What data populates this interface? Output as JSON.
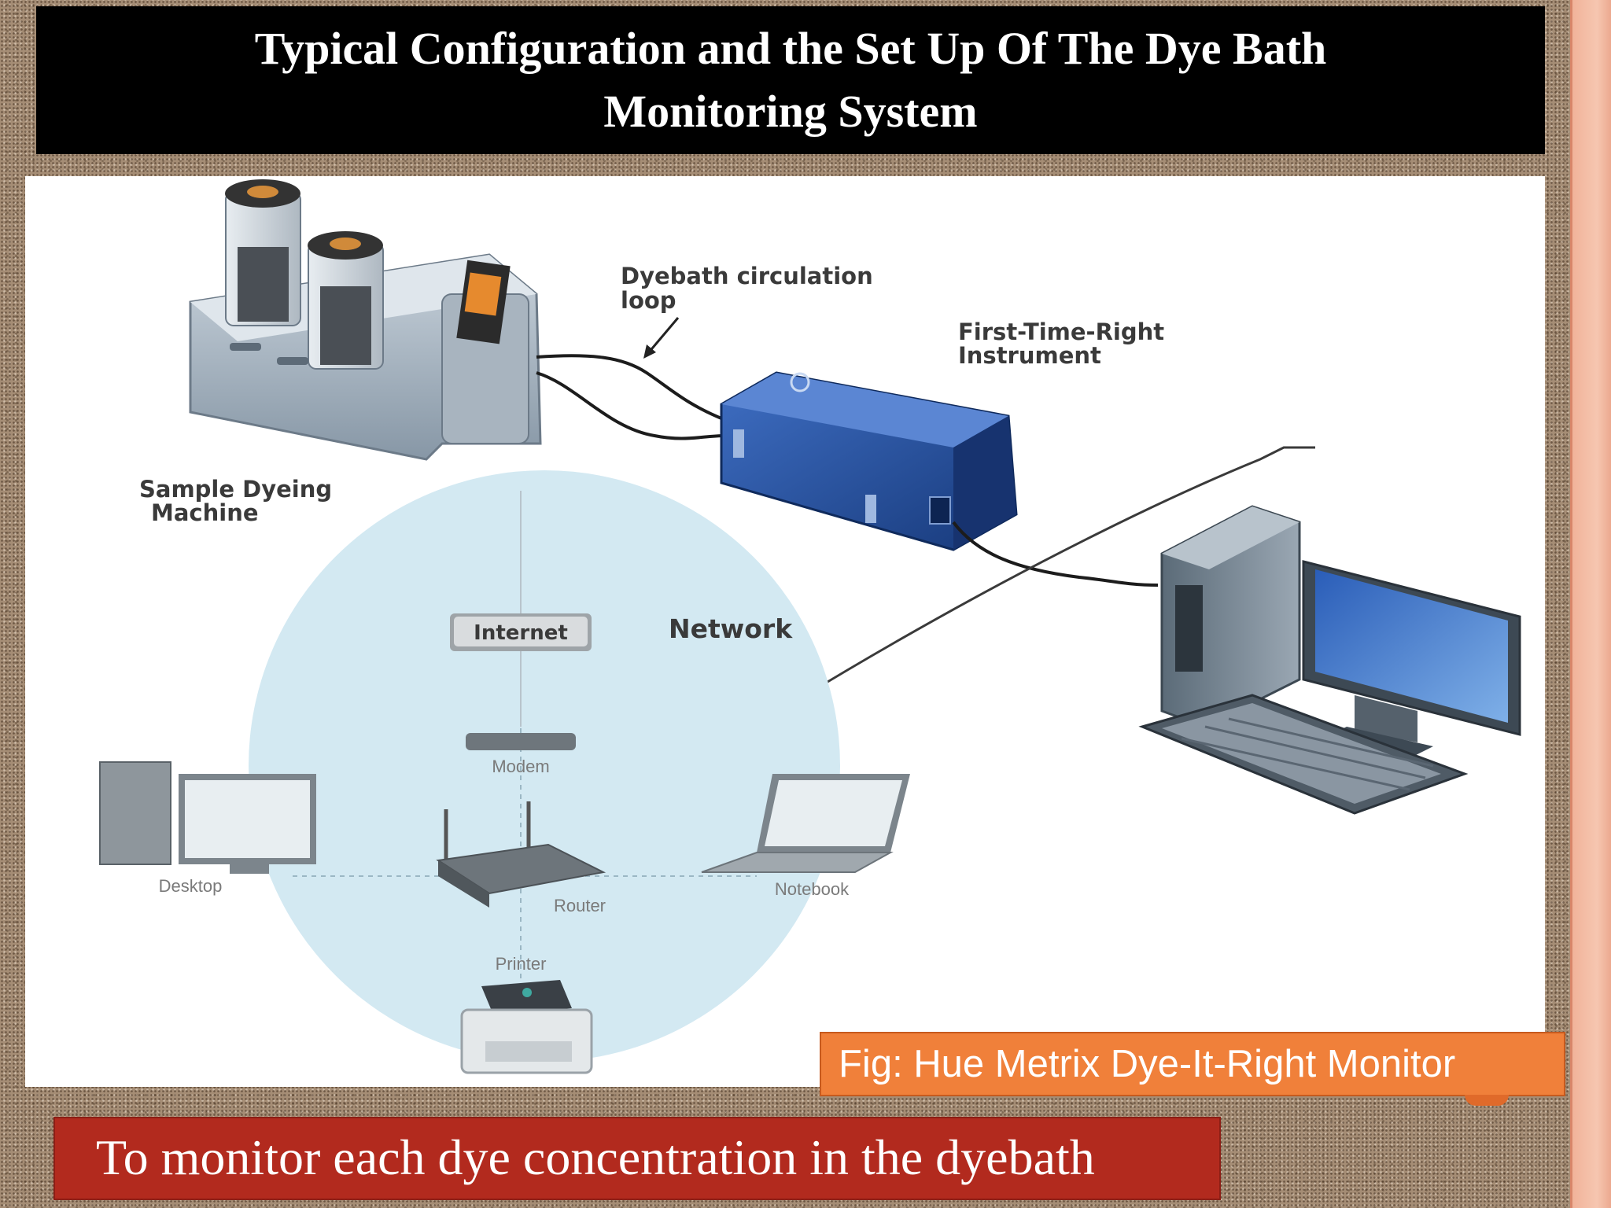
{
  "slide": {
    "title": "Typical Configuration and the Set Up Of  The Dye Bath Monitoring  System",
    "figure_caption": "Fig: Hue Metrix Dye-It-Right Monitor",
    "bottom_text": "To monitor each dye concentration in the dyebath"
  },
  "diagram": {
    "labels": {
      "circulation_line1": "Dyebath circulation",
      "circulation_line2": "loop",
      "instrument_line1": "First-Time-Right",
      "instrument_line2": "Instrument",
      "machine_line1": "Sample Dyeing",
      "machine_line2": "Machine",
      "network": "Network",
      "internet": "Internet",
      "modem": "Modem",
      "desktop": "Desktop",
      "router": "Router",
      "notebook": "Notebook",
      "printer": "Printer"
    },
    "colors": {
      "instrument_blue": "#1f4fa0",
      "network_circle": "#d3e9f2",
      "caption_orange": "#f0803a",
      "banner_red": "#b22a1e"
    }
  }
}
